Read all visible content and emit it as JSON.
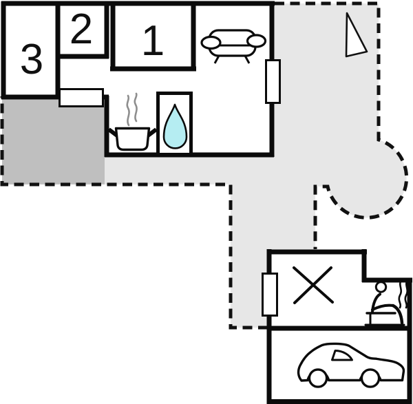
{
  "plan": {
    "type": "vacation-house-floor-plan",
    "room_labels": {
      "room1": "1",
      "room2": "2",
      "room3": "3"
    },
    "legend_icons": [
      "sofa-icon",
      "stove-pot-icon",
      "steam-icon",
      "water-drop-icon",
      "north-arrow-icon",
      "window-marker",
      "crossed-out-room-icon",
      "sauna-person-icon",
      "car-icon"
    ],
    "colors": {
      "wall": "#0b0b0b",
      "terrace_dark_gray": "#bfbfbf",
      "garden_light_gray": "#e7e7e7",
      "water_drop_cyan": "#b5edf2",
      "kitchen_steam_gray": "#8e8e8e",
      "background": "#ffffff"
    }
  }
}
